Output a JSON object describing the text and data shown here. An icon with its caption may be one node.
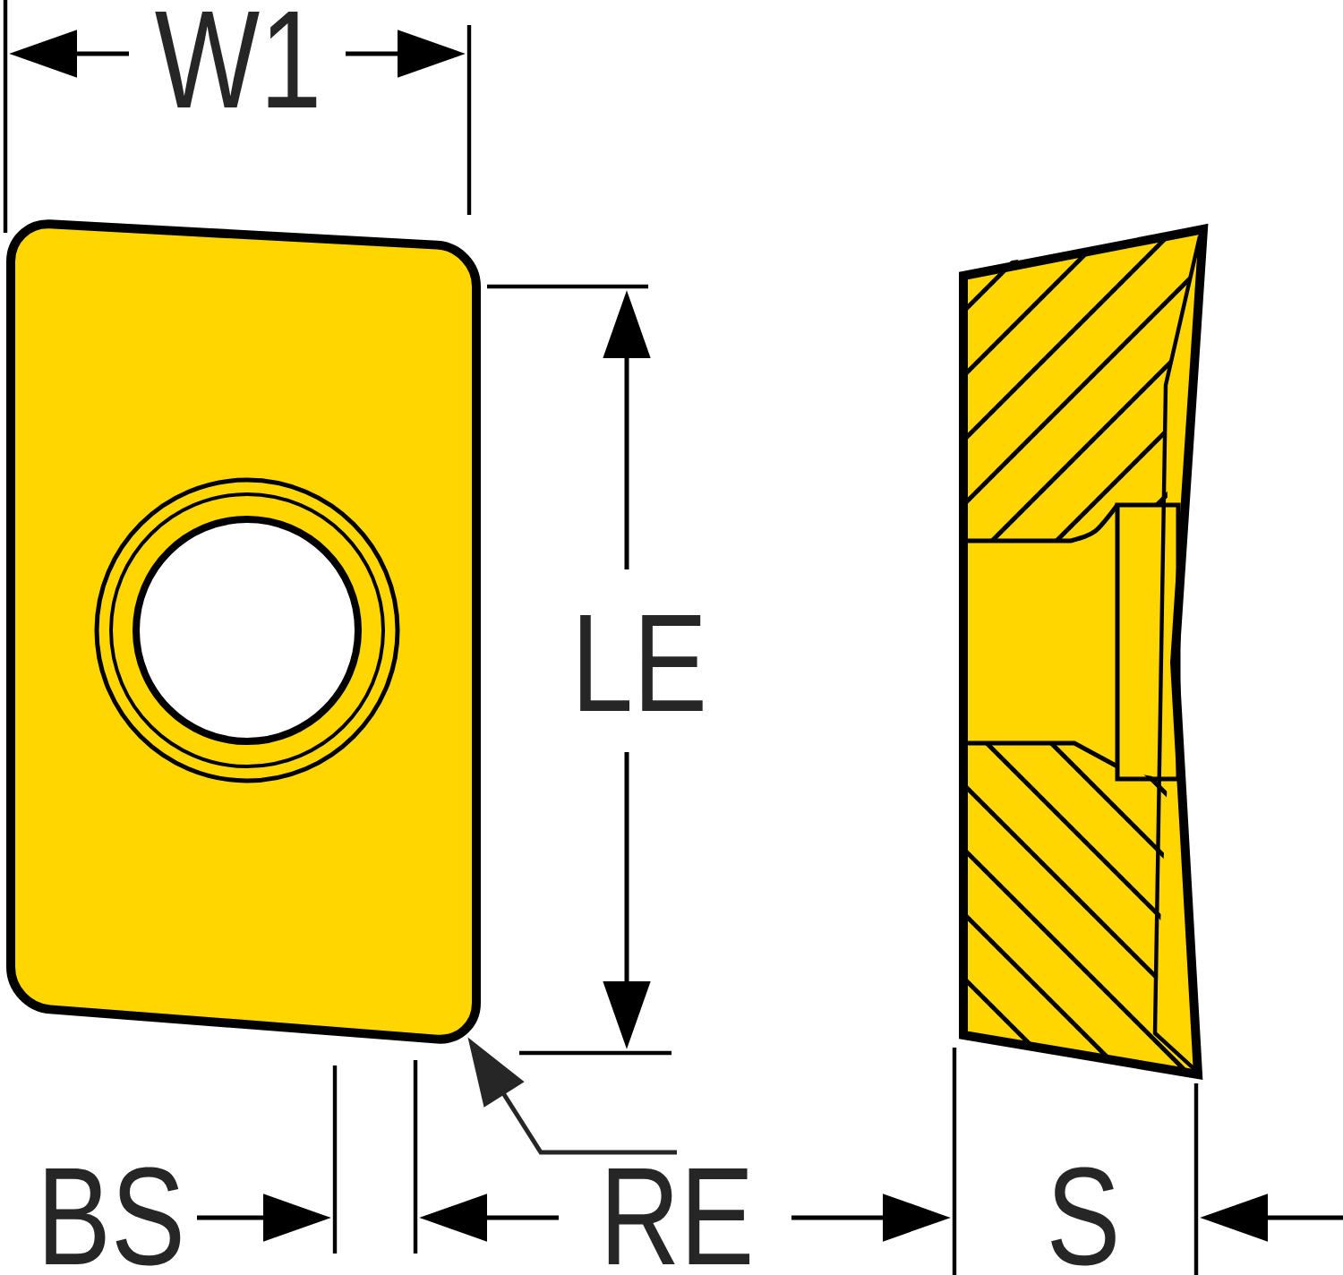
{
  "diagram": {
    "nodes": [
      {
        "text": [],
        "shape": "picture"
      },
      {
        "text": [
          "RE"
        ]
      }
    ],
    "edges": [
      {
        "from": 1,
        "to": 0,
        "arrow": "to"
      }
    ],
    "labels": [
      "W1",
      "LE",
      "BS",
      "S"
    ]
  }
}
